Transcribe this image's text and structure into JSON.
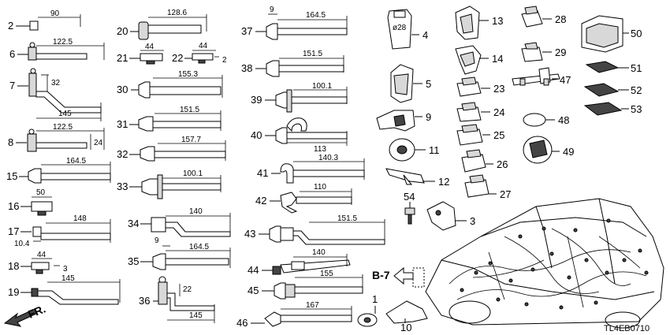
{
  "parts": {
    "p1": "1",
    "p2": "2",
    "p3": "3",
    "p4": "4",
    "p5": "5",
    "p6": "6",
    "p7": "7",
    "p8": "8",
    "p9": "9",
    "p10": "10",
    "p11": "11",
    "p12": "12",
    "p13": "13",
    "p14": "14",
    "p15": "15",
    "p16": "16",
    "p17": "17",
    "p18": "18",
    "p19": "19",
    "p20": "20",
    "p21": "21",
    "p22": "22",
    "p23": "23",
    "p24": "24",
    "p25": "25",
    "p26": "26",
    "p27": "27",
    "p28": "28",
    "p29": "29",
    "p30": "30",
    "p31": "31",
    "p32": "32",
    "p33": "33",
    "p34": "34",
    "p35": "35",
    "p36": "36",
    "p37": "37",
    "p38": "38",
    "p39": "39",
    "p40": "40",
    "p41": "41",
    "p42": "42",
    "p43": "43",
    "p44": "44",
    "p45": "45",
    "p46": "46",
    "p47": "47",
    "p48": "48",
    "p49": "49",
    "p50": "50",
    "p51": "51",
    "p52": "52",
    "p53": "53",
    "p54": "54"
  },
  "dims": {
    "d90": "90",
    "d122a": "122.5",
    "d32": "32",
    "d145a": "145",
    "d122b": "122.5",
    "d24": "24",
    "d164a": "164.5",
    "d50": "50",
    "d148": "148",
    "d10_4": "10.4",
    "d44a": "44",
    "d3": "3",
    "d145b": "145",
    "d128": "128.6",
    "d44b": "44",
    "d44c": "44",
    "d2": "2",
    "d155": "155.3",
    "d151a": "151.5",
    "d157": "157.7",
    "d100a": "100.1",
    "d140a": "140",
    "d9a": "9",
    "d164b": "164.5",
    "d22": "22",
    "d145c": "145",
    "d9b": "9",
    "d164c": "164.5",
    "d151b": "151.5",
    "d100b": "100.1",
    "d113": "113",
    "d140b": "140.3",
    "d110": "110",
    "d151c": "151.5",
    "d140c": "140",
    "d155b": "155",
    "d167": "167",
    "phi28": "ø28"
  },
  "labels": {
    "ref": "B-7",
    "front": "FR.",
    "code": "TL4EB0710"
  }
}
